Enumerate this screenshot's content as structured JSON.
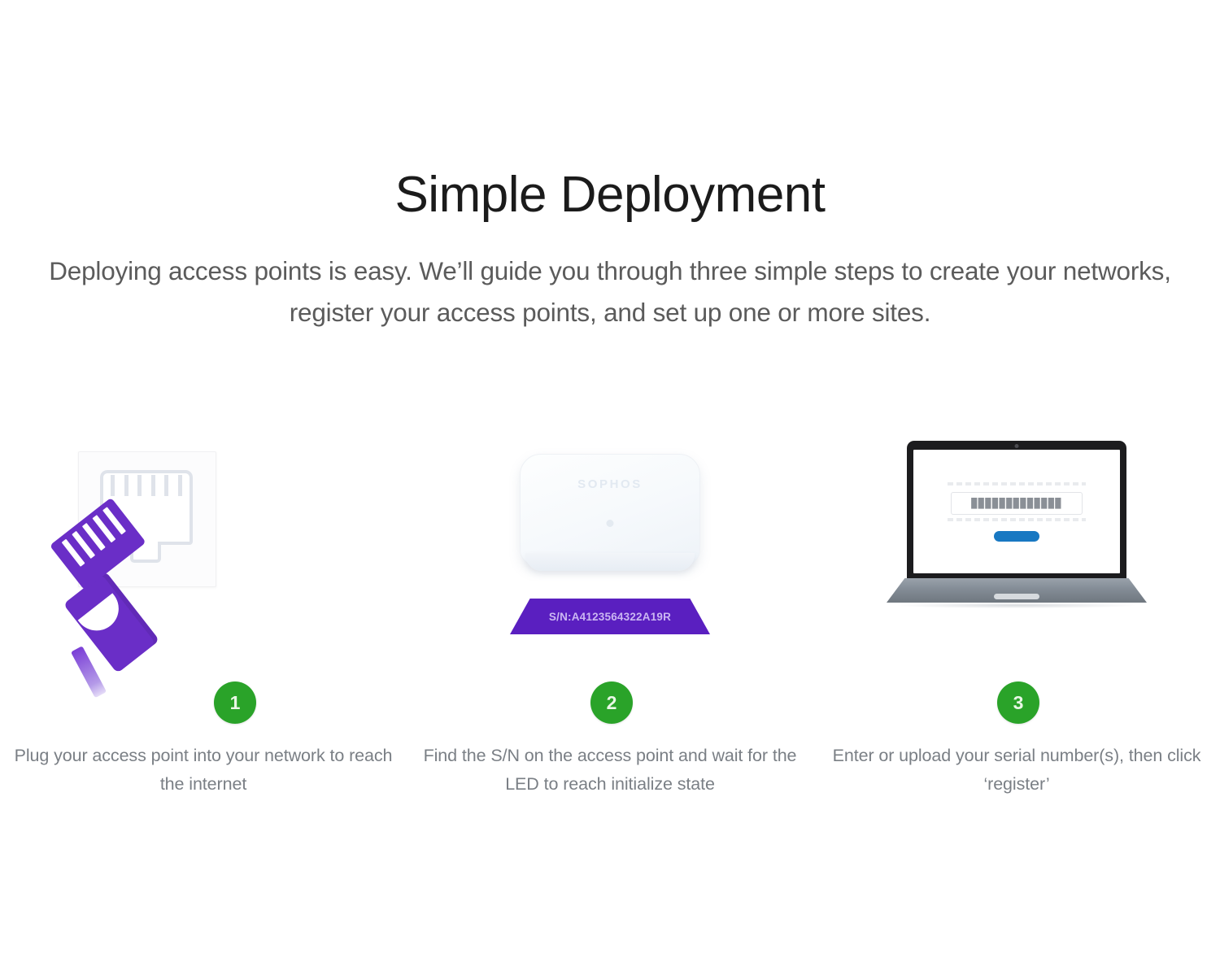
{
  "header": {
    "title": "Simple Deployment",
    "subtitle": "Deploying access points is easy. We’ll guide you through three simple steps to create your networks, register your access points, and set up one or more sites."
  },
  "steps": [
    {
      "number": "1",
      "caption": "Plug your access point into your network to reach the internet",
      "art": {
        "kind": "ethernet-plug-into-wall-socket",
        "plug_color": "#6a2ec7",
        "socket_color": "#dfe3ea"
      }
    },
    {
      "number": "2",
      "caption": "Find the S/N on the access point and wait for the LED to reach initialize state",
      "art": {
        "kind": "access-point-with-serial-label",
        "brand": "SOPHOS",
        "serial_label": "S/N:A4123564322A19R",
        "label_color": "#5a1fc0"
      }
    },
    {
      "number": "3",
      "caption": "Enter or upload your serial number(s), then click ‘register’",
      "art": {
        "kind": "laptop-registration-screen",
        "serial_field_value": "█████████████",
        "register_button_color": "#1878c2"
      }
    }
  ],
  "theme": {
    "badge_color": "#2aa329",
    "title_color": "#1b1b1b",
    "body_text_color": "#7a7f85",
    "background": "#ffffff"
  }
}
